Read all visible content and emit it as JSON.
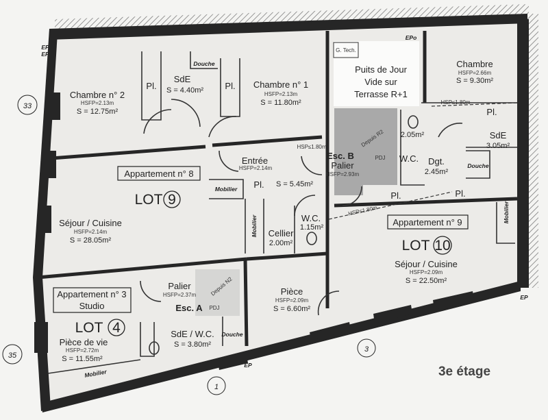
{
  "floor_label": "3e étage",
  "street_numbers": [
    "33",
    "35",
    "1",
    "3"
  ],
  "ep_marks": {
    "top": "EPo",
    "left_1": "EP",
    "left_2": "EP",
    "bottom": "EP",
    "right": "EP"
  },
  "hsp_notes": {
    "entree": "HSP≤1.80m",
    "chambre": "HSP≤1.80m",
    "diagonal": "HSP≤1.80m"
  },
  "apartments": {
    "apt8": {
      "label": "Appartement n° 8",
      "lot": "LOT",
      "lot_number": "9",
      "rooms": {
        "chambre2": {
          "name": "Chambre n° 2",
          "hsfp": "HSFP=2.13m",
          "area": "S = 12.75m²"
        },
        "sde": {
          "name": "SdE",
          "area": "S = 4.40m²",
          "douche": "Douche"
        },
        "chambre1": {
          "name": "Chambre n° 1",
          "hsfp": "HSFP=2.13m",
          "area": "S = 11.80m²"
        },
        "pl_a": "Pl.",
        "pl_b": "Pl.",
        "pl_c": "Pl.",
        "entree": {
          "name": "Entrée",
          "hsfp": "HSFP=2.14m",
          "area": "S = 5.45m²"
        },
        "mobilier_a": "Mobilier",
        "mobilier_b": "Mobilier",
        "cellier": {
          "name": "Cellier",
          "area": "2.00m²"
        },
        "wc": {
          "name": "W.C.",
          "area": "1.15m²"
        },
        "sejour": {
          "name": "Séjour / Cuisine",
          "hsfp": "HSFP=2.14m",
          "area": "S = 28.05m²"
        }
      }
    },
    "apt9": {
      "label": "Appartement n° 9",
      "lot": "LOT",
      "lot_number": "10",
      "rooms": {
        "chambre": {
          "name": "Chambre",
          "hsfp": "HSFP=2.66m",
          "area": "S = 9.30m²"
        },
        "wc": {
          "name": "W.C.",
          "area": "2.05m²"
        },
        "dgt": {
          "name": "Dgt.",
          "area": "2.45m²"
        },
        "sde": {
          "name": "SdE",
          "area": "3.05m²",
          "douche": "Douche"
        },
        "pl_a": "Pl.",
        "pl_b": "Pl.",
        "pl_c": "Pl.",
        "mobilier": "Mobilier",
        "sejour": {
          "name": "Séjour / Cuisine",
          "hsfp": "HSFP=2.09m",
          "area": "S = 22.50m²"
        },
        "piece": {
          "name": "Pièce",
          "hsfp": "HSFP=2.09m",
          "area": "S = 6.60m²"
        }
      }
    },
    "apt3": {
      "label": "Appartement n° 3",
      "sublabel": "Studio",
      "lot": "LOT",
      "lot_number": "4",
      "rooms": {
        "piece_de_vie": {
          "name": "Pièce de vie",
          "hsfp": "HSFP=2.72m",
          "area": "S = 11.55m²"
        },
        "sde_wc": {
          "name": "SdE / W.C.",
          "area": "S = 3.80m²",
          "douche": "Douche"
        },
        "mobilier": "Mobilier"
      }
    }
  },
  "common": {
    "g_tech": "G. Tech.",
    "puits": [
      "Puits de Jour",
      "Vide sur",
      "Terrasse R+1"
    ],
    "esc_b": {
      "name": "Esc. B",
      "palier": "Palier",
      "hsfp": "HSFP=2.93m",
      "depuis": "Depuis R2",
      "pdj": "PDJ"
    },
    "esc_a": {
      "name": "Esc. A",
      "palier": "Palier",
      "hsfp": "HSFP=2.37m",
      "depuis": "Depuis N2",
      "pdj": "PDJ"
    }
  }
}
